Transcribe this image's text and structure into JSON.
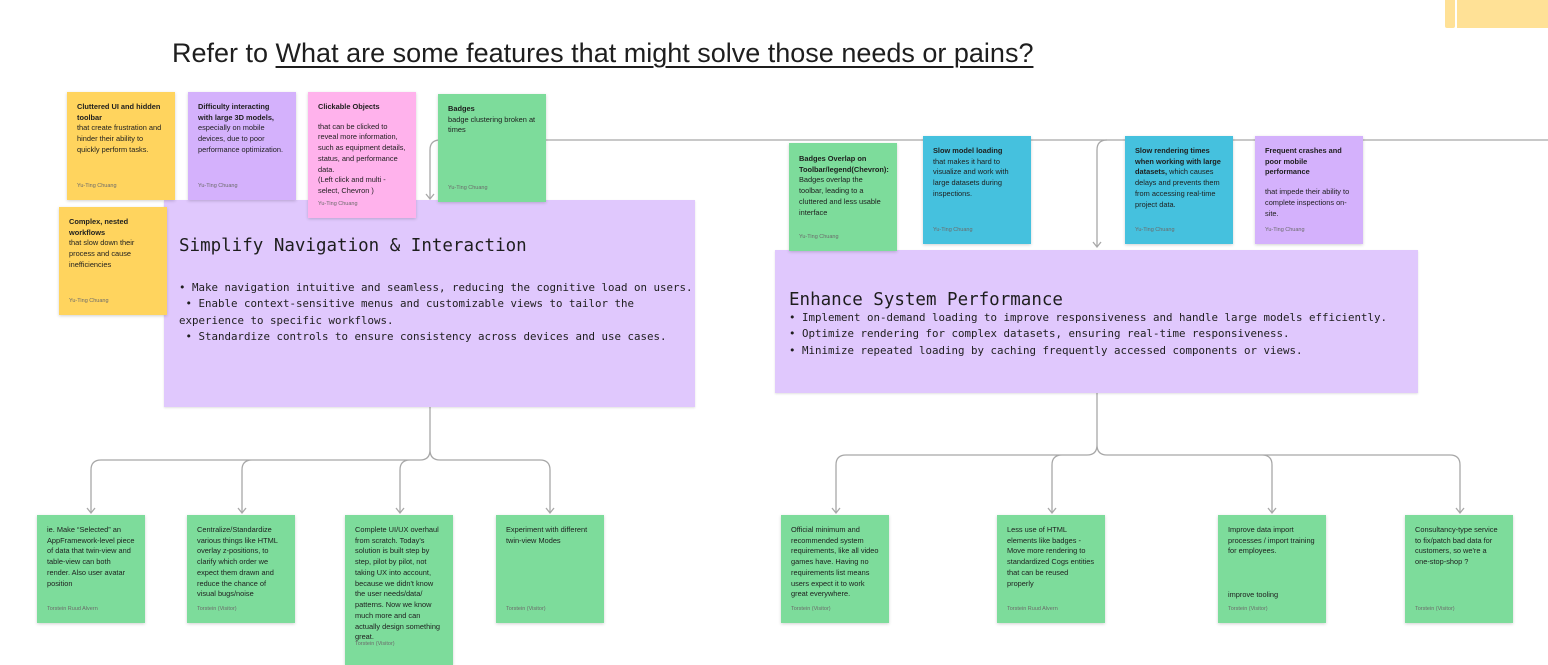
{
  "title": {
    "prefix": "Refer to ",
    "link": "What are some features that might solve those needs or pains?"
  },
  "colors": {
    "yellow": "#ffd45e",
    "purple": "#d4b1fc",
    "pink": "#ffb2ec",
    "green": "#7ddc9b",
    "blue": "#45c1de",
    "theme_box": "#e0c8fd"
  },
  "themes": [
    {
      "title": "Simplify Navigation & Interaction",
      "bullets": [
        "• Make navigation intuitive and seamless, reducing the cognitive load on users.",
        " • Enable context-sensitive menus and customizable views to tailor the\nexperience to specific workflows.",
        " • Standardize controls to ensure consistency across devices and use cases."
      ]
    },
    {
      "title": "Enhance System Performance",
      "bullets": [
        "• Implement on-demand loading to improve responsiveness and handle large models efficiently.",
        "• Optimize rendering for complex datasets, ensuring real-time responsiveness.",
        "• Minimize repeated loading by caching frequently accessed components or views."
      ]
    }
  ],
  "problem_notes": [
    {
      "bold": "Cluttered UI and hidden toolbar",
      "text": "that create frustration and hinder their ability to quickly perform tasks.",
      "author": "Yu-Ting Chuang",
      "color": "yellow"
    },
    {
      "bold": "Difficulty interacting with large 3D models,",
      "text": "especially on mobile devices, due to poor performance optimization.",
      "author": "Yu-Ting Chuang",
      "color": "purple"
    },
    {
      "bold": "Clickable Objects",
      "text": "that can be clicked to reveal more information, such as equipment details, status, and performance data.\n(Left click and multi - select, Chevron )",
      "author": "Yu-Ting Chuang",
      "color": "pink"
    },
    {
      "bold": "Badges",
      "text": "badge clustering broken at times",
      "author": "Yu-Ting Chuang",
      "color": "green"
    },
    {
      "bold": "Complex, nested workflows",
      "text": "that slow down their process and cause inefficiencies",
      "author": "Yu-Ting Chuang",
      "color": "yellow"
    },
    {
      "bold": "Badges Overlap on Toolbar/legend(Chevron):",
      "text": "Badges overlap the toolbar, leading to a cluttered and less usable interface",
      "author": "Yu-Ting Chuang",
      "color": "green"
    },
    {
      "bold": "Slow model loading",
      "text": "that makes it hard to visualize and work with large datasets during inspections.",
      "author": "Yu-Ting Chuang",
      "color": "blue"
    },
    {
      "bold": "Slow rendering times when working with large datasets,",
      "text": "which causes delays and prevents them from accessing real-time project data.",
      "author": "Yu-Ting Chuang",
      "color": "blue"
    },
    {
      "bold": "Frequent crashes and poor mobile performance",
      "text": "that impede their ability to complete inspections on-site.",
      "author": "Yu-Ting Chuang",
      "color": "purple"
    }
  ],
  "solution_notes": [
    {
      "text": "ie. Make “Selected” an AppFramework-level piece of data that twin-view and table-view can both render. Also user avatar position",
      "author": "Torstein Ruud Alvern"
    },
    {
      "text": "Centralize/Standardize various things like HTML overlay z-positions, to clarify which order we expect them drawn and reduce the chance of visual bugs/noise",
      "author": "Torstein (Visitor)"
    },
    {
      "text": "Complete UI/UX overhaul from scratch. Today's solution is built step by step, pilot by pilot, not taking UX into account, because we didn't know the user needs/data/ patterns. Now we know much more and can actually design something great.",
      "author": "Torstein (Visitor)"
    },
    {
      "text": "Experiment with different twin-view Modes",
      "author": "Torstein (Visitor)"
    },
    {
      "text": "Official minimum and recommended system requirements, like all video games have. Having no requirements list means users expect it to work great everywhere.",
      "author": "Torstein (Visitor)"
    },
    {
      "text": "Less use of HTML elements like badges - Move more rendering to standardized Cogs entities that can be reused properly",
      "author": "Torstein Ruud Alvern"
    },
    {
      "text": "Improve data import processes / import training for employees.",
      "extra": "improve tooling",
      "author": "Torstein (Visitor)"
    },
    {
      "text": "Consultancy-type service to fix/patch bad data for customers, so we're a one-stop-shop ?",
      "author": "Torstein (Visitor)"
    }
  ]
}
